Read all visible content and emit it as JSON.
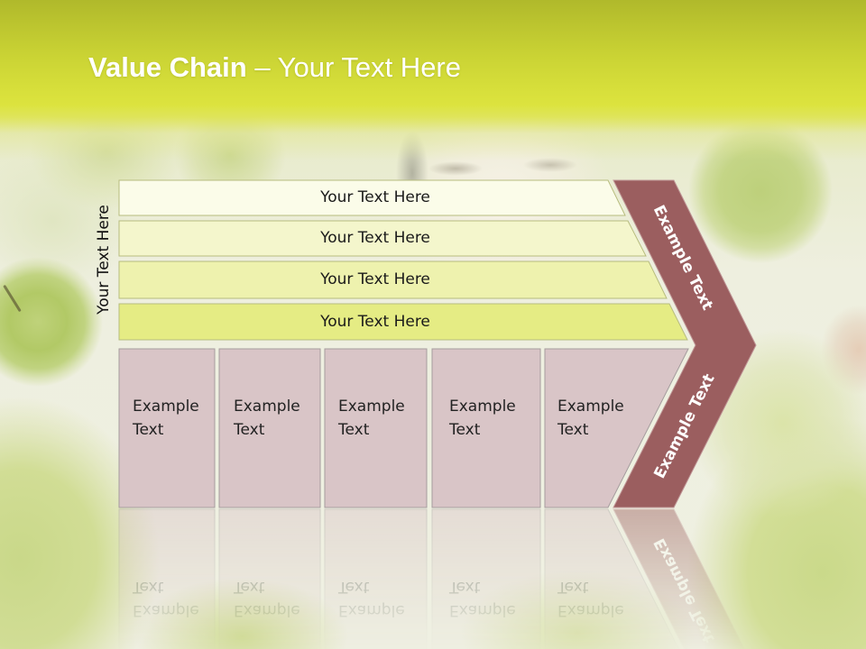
{
  "slide": {
    "title": {
      "main": "Value Chain",
      "rest": "– Your Text Here"
    },
    "side_label": "Your Text Here"
  },
  "diagram": {
    "bars": [
      {
        "label": "Your Text Here",
        "fill": "#fbfce9"
      },
      {
        "label": "Your Text Here",
        "fill": "#f4f6cc"
      },
      {
        "label": "Your Text Here",
        "fill": "#eef2ae"
      },
      {
        "label": "Your Text Here",
        "fill": "#e5ec84"
      }
    ],
    "boxes": [
      {
        "label": "Example Text",
        "fill": "#d9c5c7"
      },
      {
        "label": "Example Text",
        "fill": "#d9c5c7"
      },
      {
        "label": "Example Text",
        "fill": "#d9c5c7"
      },
      {
        "label": "Example Text",
        "fill": "#d9c5c7"
      },
      {
        "label": "Example Text",
        "fill": "#d9c5c7"
      }
    ],
    "chevron": {
      "upper_label": "Example Text",
      "lower_label": "Example Text",
      "fill": "#9b5e5f"
    }
  }
}
